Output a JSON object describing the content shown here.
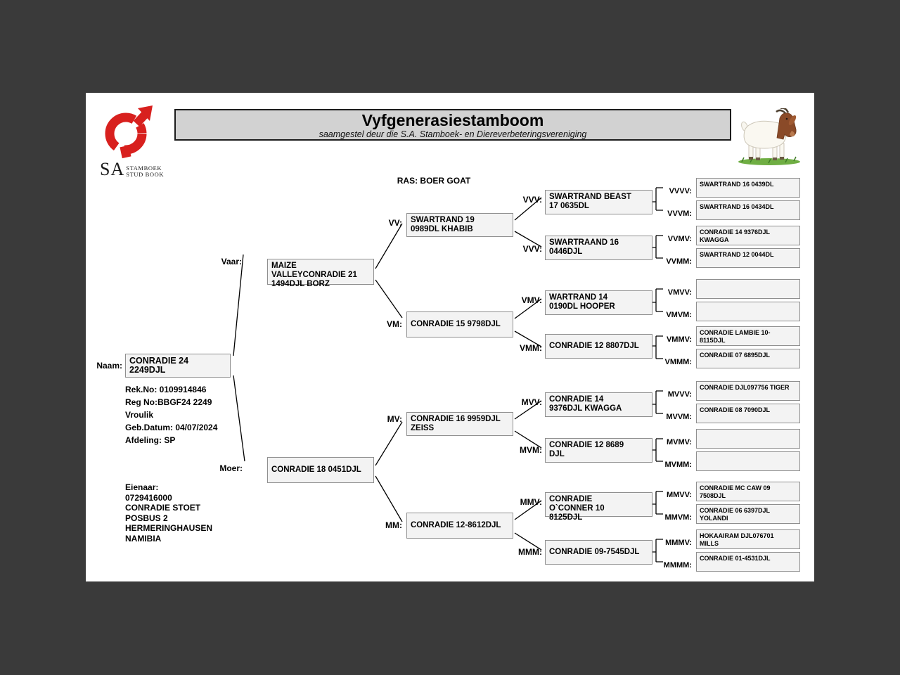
{
  "window": {
    "background": "#3a3a3a",
    "paper_color": "#ffffff"
  },
  "logo": {
    "sa": "SA",
    "org_line1": "STAMBOEK",
    "org_line2": "STUD BOOK",
    "accent_color": "#d8201e",
    "icon": "male-symbol-ring-arrow-icon"
  },
  "header": {
    "title": "Vyfgenerasiestamboom",
    "subtitle": "saamgestel deur die S.A. Stamboek- en Diereverbeteringsvereniging"
  },
  "breed": {
    "ras_line": "RAS: BOER GOAT"
  },
  "icons": {
    "goat": "boer-goat-illustration"
  },
  "subject": {
    "naam_label": "Naam:",
    "name": "CONRADIE 24 2249DJL",
    "details": [
      "Rek.No: 0109914846",
      "Reg No:BBGF24 2249",
      "Vroulik",
      "Geb.Datum: 04/07/2024",
      "Afdeling: SP"
    ],
    "owner": [
      "Eienaar:",
      "0729416000",
      "CONRADIE STOET",
      "POSBUS 2",
      "HERMERINGHAUSEN",
      "NAMIBIA"
    ]
  },
  "gen2": {
    "vaar_label": "Vaar:",
    "vaar": "MAIZE\nVALLEYCONRADIE 21\n1494DJL BORZ",
    "moer_label": "Moer:",
    "moer": "CONRADIE 18 0451DJL"
  },
  "gen3": [
    {
      "label": "VV:",
      "name": "SWARTRAND 19\n0989DL KHABIB"
    },
    {
      "label": "VM:",
      "name": "CONRADIE 15 9798DJL"
    },
    {
      "label": "MV:",
      "name": "CONRADIE 16 9959DJL\nZEISS"
    },
    {
      "label": "MM:",
      "name": "CONRADIE 12-8612DJL"
    }
  ],
  "gen4": [
    {
      "label": "VVV:",
      "name": "SWARTRAND BEAST\n17 0635DL"
    },
    {
      "label": "VVV:",
      "name": "SWARTRAAND 16\n0446DJL"
    },
    {
      "label": "VMV:",
      "name": "WARTRAND 14\n0190DL HOOPER"
    },
    {
      "label": "VMM:",
      "name": "CONRADIE 12 8807DJL"
    },
    {
      "label": "MVV:",
      "name": "CONRADIE 14\n9376DJL KWAGGA"
    },
    {
      "label": "MVM:",
      "name": "CONRADIE 12 8689\nDJL"
    },
    {
      "label": "MMV:",
      "name": "CONRADIE\nO`CONNER 10\n8125DJL"
    },
    {
      "label": "MMM:",
      "name": "CONRADIE 09-7545DJL"
    }
  ],
  "gen5": [
    {
      "label": "VVVV:",
      "name": "SWARTRAND 16 0439DL"
    },
    {
      "label": "VVVM:",
      "name": "SWARTRAND 16 0434DL"
    },
    {
      "label": "VVMV:",
      "name": "CONRADIE 14 9376DJL\nKWAGGA"
    },
    {
      "label": "VVMM:",
      "name": "SWARTRAND 12 0044DL"
    },
    {
      "label": "VMVV:",
      "name": ""
    },
    {
      "label": "VMVM:",
      "name": ""
    },
    {
      "label": "VMMV:",
      "name": "CONRADIE LAMBIE 10-\n8115DJL"
    },
    {
      "label": "VMMM:",
      "name": "CONRADIE 07 6895DJL"
    },
    {
      "label": "MVVV:",
      "name": "CONRADIE DJL097756 TIGER"
    },
    {
      "label": "MVVM:",
      "name": "CONRADIE 08 7090DJL"
    },
    {
      "label": "MVMV:",
      "name": ""
    },
    {
      "label": "MVMM:",
      "name": ""
    },
    {
      "label": "MMVV:",
      "name": "CONRADIE MC CAW 09\n7508DJL"
    },
    {
      "label": "MMVM:",
      "name": "CONRADIE 06 6397DJL\nYOLANDI"
    },
    {
      "label": "MMMV:",
      "name": "HOKAAIRAM DJL076701\nMILLS"
    },
    {
      "label": "MMMM:",
      "name": "CONRADIE 01-4531DJL"
    }
  ]
}
